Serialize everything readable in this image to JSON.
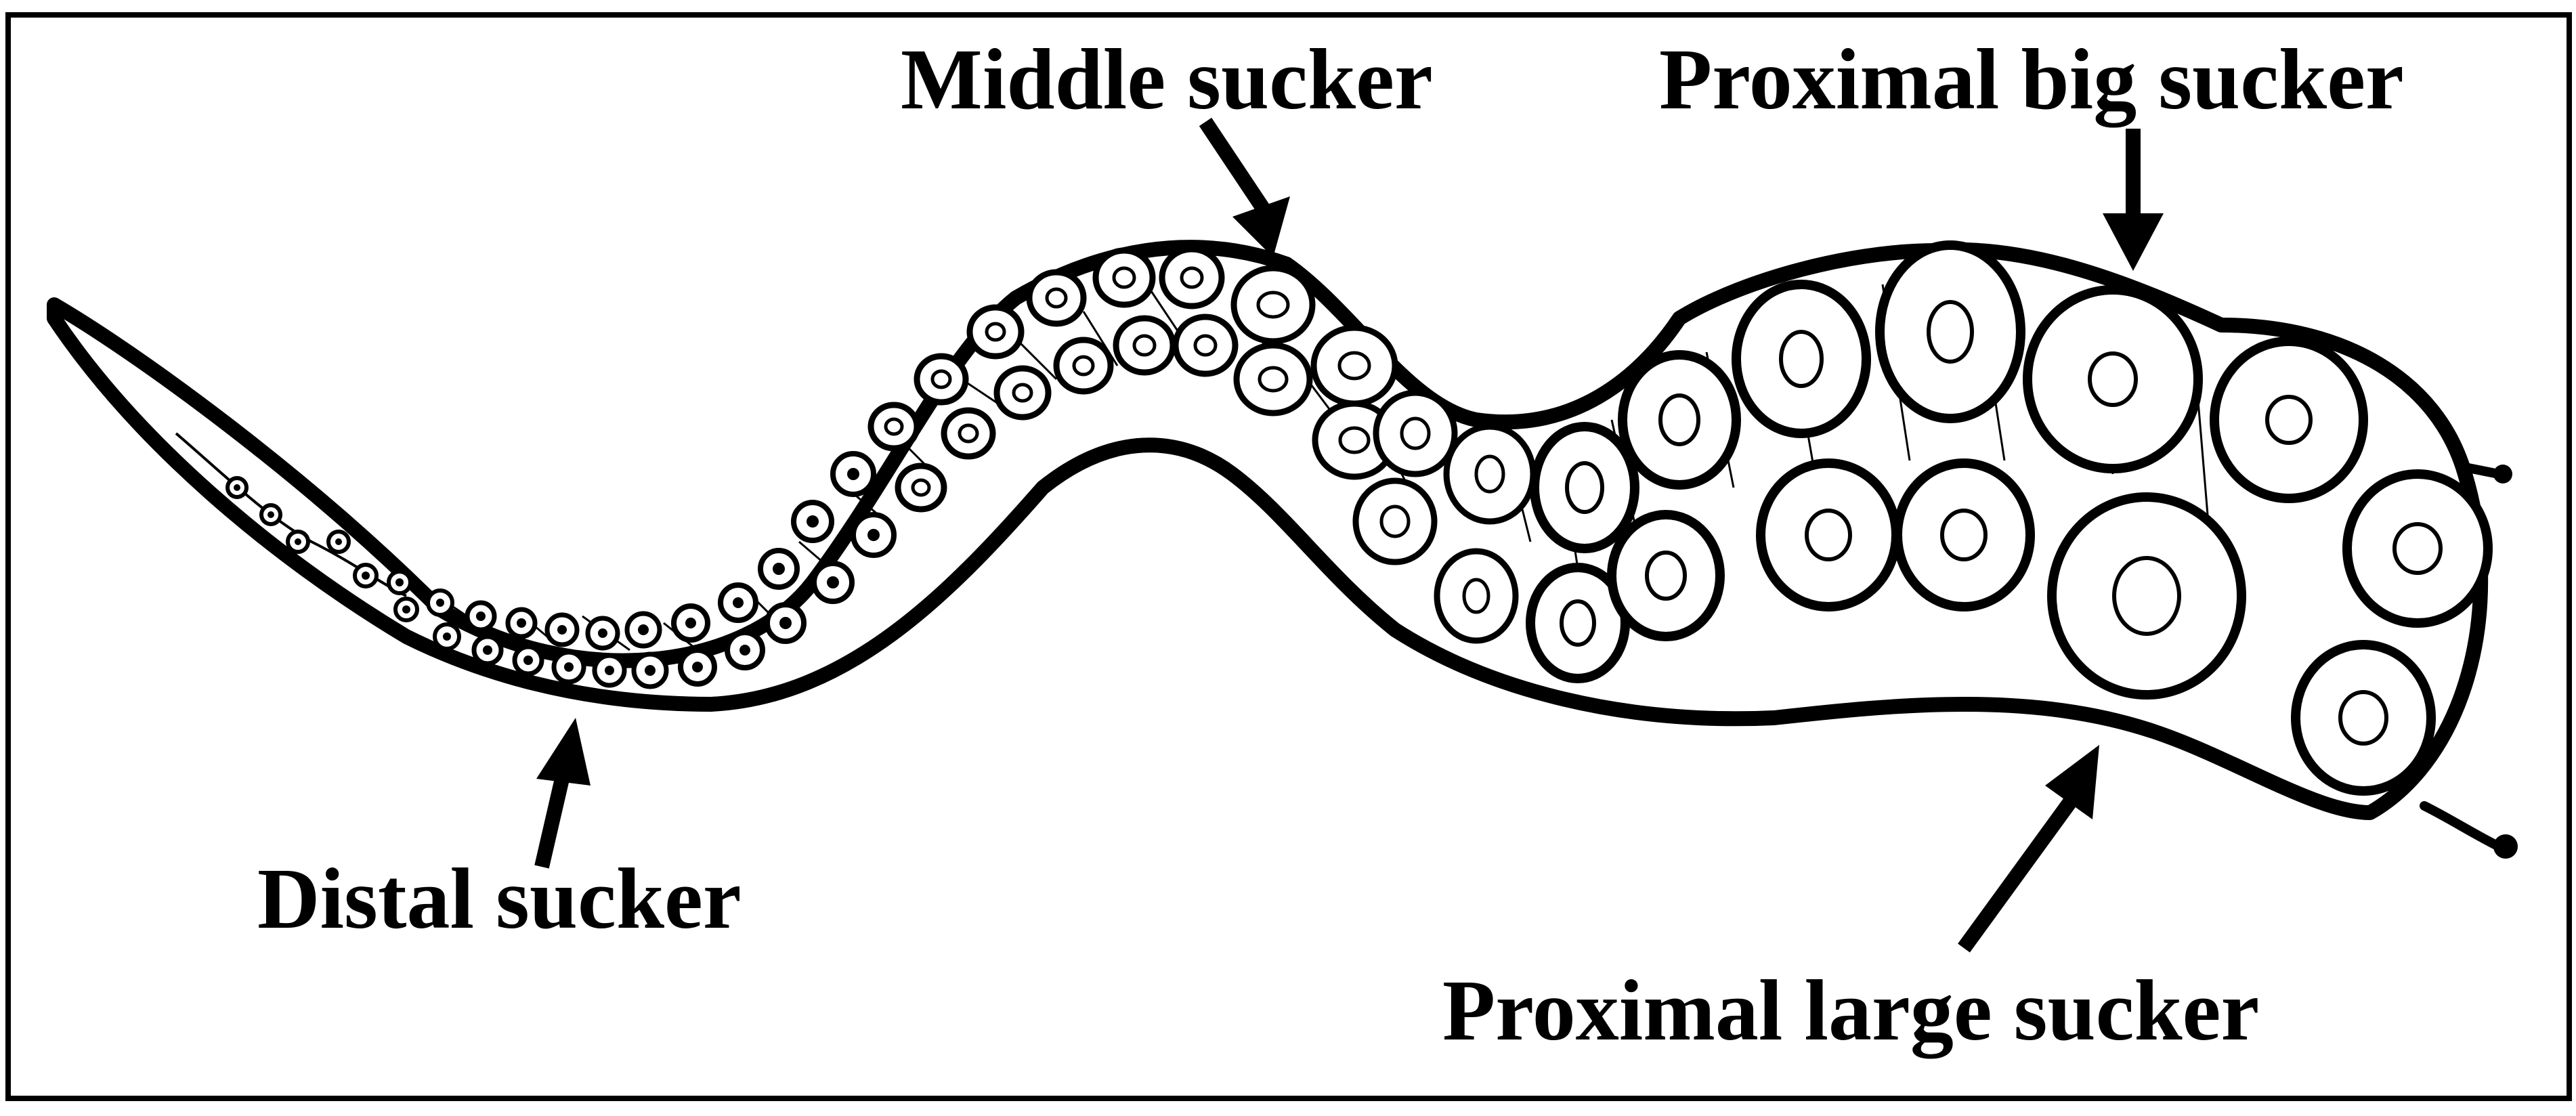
{
  "labels": {
    "middle": "Middle sucker",
    "proximal_big": "Proximal big sucker",
    "distal": "Distal sucker",
    "proximal_large": "Proximal large sucker"
  },
  "colors": {
    "ink": "#000000",
    "paper": "#ffffff"
  }
}
